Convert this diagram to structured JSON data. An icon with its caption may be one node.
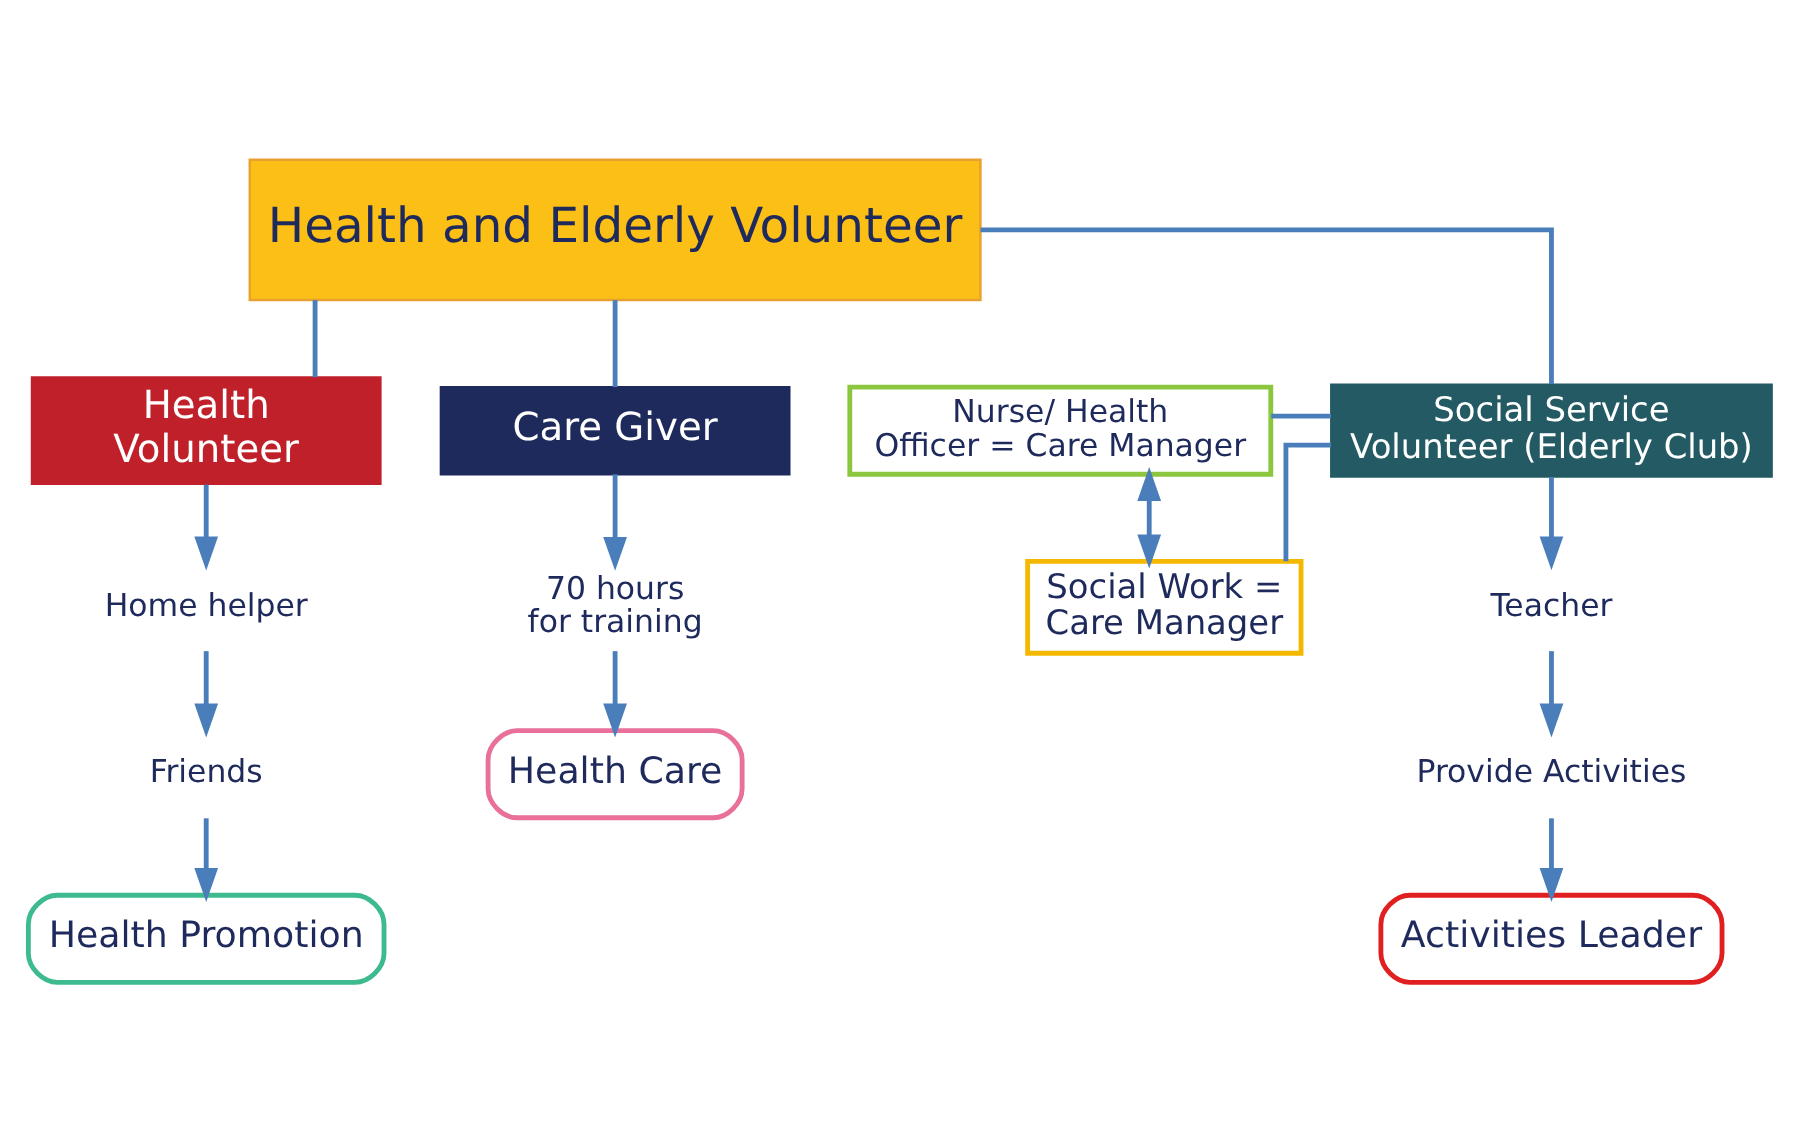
{
  "diagram": {
    "nodes": [
      {
        "text": [
          "Health and Elderly Volunteer"
        ]
      },
      {
        "text": [
          "Health Volunteer"
        ]
      },
      {
        "text": [
          "Care Giver"
        ]
      },
      {
        "text": [
          "Social Service Volunteer (Elderly Club)"
        ]
      },
      {
        "text": [
          "Nurse/ Health Officer = Care Manager"
        ]
      },
      {
        "text": [
          "Social Work = Care Manager"
        ]
      },
      {
        "text": [
          "Home helper"
        ]
      },
      {
        "text": [
          "Friends"
        ]
      },
      {
        "text": [
          "Health Promotion"
        ]
      },
      {
        "text": [
          "70 hours for training"
        ]
      },
      {
        "text": [
          "Health Care"
        ]
      },
      {
        "text": [
          "Teacher"
        ]
      },
      {
        "text": [
          "Provide Activities"
        ]
      },
      {
        "text": [
          "Activities Leader"
        ]
      }
    ],
    "edges": [
      {
        "from": 0,
        "to": 1,
        "arrow": "none"
      },
      {
        "from": 0,
        "to": 2,
        "arrow": "none"
      },
      {
        "from": 0,
        "to": 3,
        "arrow": "none"
      },
      {
        "from": 3,
        "to": 4,
        "arrow": "none"
      },
      {
        "from": 3,
        "to": 5,
        "arrow": "none"
      },
      {
        "from": 4,
        "to": 5,
        "arrow": "both"
      },
      {
        "from": 1,
        "to": 6,
        "arrow": "to"
      },
      {
        "from": 6,
        "to": 7,
        "arrow": "to"
      },
      {
        "from": 7,
        "to": 8,
        "arrow": "to"
      },
      {
        "from": 2,
        "to": 9,
        "arrow": "to"
      },
      {
        "from": 9,
        "to": 10,
        "arrow": "to"
      },
      {
        "from": 3,
        "to": 11,
        "arrow": "to"
      },
      {
        "from": 11,
        "to": 12,
        "arrow": "to"
      },
      {
        "from": 12,
        "to": 13,
        "arrow": "to"
      }
    ]
  }
}
